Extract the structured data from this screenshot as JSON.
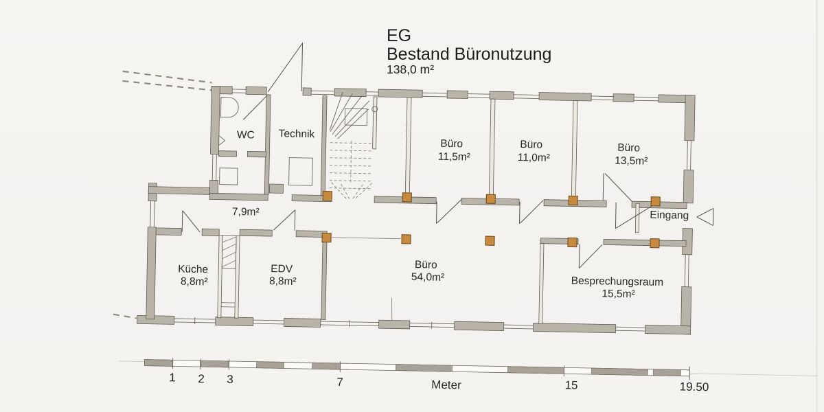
{
  "title": {
    "floor": "EG",
    "subtitle": "Bestand Büronutzung",
    "total_area": "138,0 m²"
  },
  "rooms": {
    "wc": {
      "name": "WC"
    },
    "technik": {
      "name": "Technik"
    },
    "buero1": {
      "name": "Büro",
      "area": "11,5m²"
    },
    "buero2": {
      "name": "Büro",
      "area": "11,0m²"
    },
    "buero3": {
      "name": "Büro",
      "area": "13,5m²"
    },
    "flur": {
      "area": "7,9m²"
    },
    "kueche": {
      "name": "Küche",
      "area": "8,8m²"
    },
    "edv": {
      "name": "EDV",
      "area": "8,8m²"
    },
    "buero4": {
      "name": "Büro",
      "area": "54,0m²"
    },
    "besprechung": {
      "name": "Besprechungsraum",
      "area": "15,5m²"
    },
    "eingang": {
      "name": "Eingang"
    }
  },
  "scale_bar": {
    "unit": "Meter",
    "ticks": [
      "1",
      "2",
      "3",
      "7",
      "15",
      "19.50"
    ]
  },
  "colors": {
    "paper": "#f5f4f1",
    "wall_fill": "#b9b4aa",
    "outline": "#5f584e",
    "post_fill": "#c68a40",
    "ink": "#262626"
  }
}
